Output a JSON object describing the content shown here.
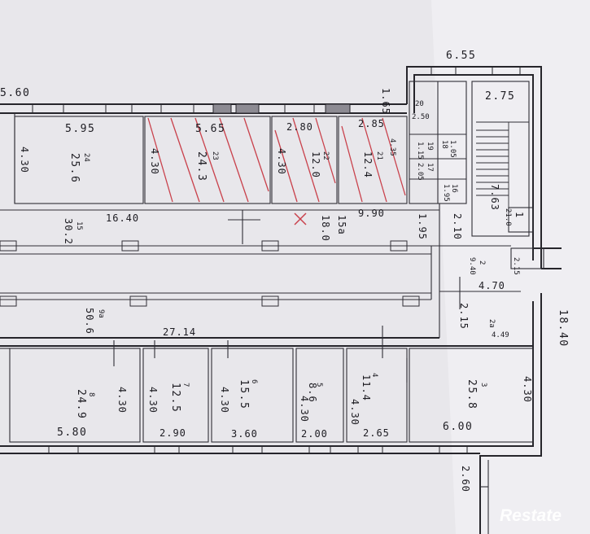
{
  "plan": {
    "top_left_length": "5.60",
    "top_right_length": "6.55",
    "right_length": "18.40",
    "corridor_length_top": "16.40",
    "corridor_length_bottom": "27.14",
    "corridor_right_length": "9.90",
    "watermark": "Restate",
    "rooms_top": [
      {
        "number": "24",
        "area": "25.6",
        "width": "5.95",
        "depth": "4.30"
      },
      {
        "number": "23",
        "area": "24.3",
        "width": "5.65",
        "depth": "4.30"
      },
      {
        "number": "22",
        "area": "12.0",
        "width": "2.80",
        "depth": "4.30"
      },
      {
        "number": "21",
        "area": "12.4",
        "width": "2.85",
        "depth": "4.35"
      }
    ],
    "rooms_bottom": [
      {
        "number": "8",
        "area": "24.9",
        "width": "5.80",
        "depth": "4.30"
      },
      {
        "number": "7",
        "area": "12.5",
        "width": "2.90",
        "depth": "4.30"
      },
      {
        "number": "6",
        "area": "15.5",
        "width": "3.60",
        "depth": "4.30"
      },
      {
        "number": "5",
        "area": "8.6",
        "width": "2.00",
        "depth": "4.30"
      },
      {
        "number": "4",
        "area": "11.4",
        "width": "2.65",
        "depth": "4.30"
      },
      {
        "number": "3",
        "area": "25.8",
        "width": "6.00",
        "depth": "4.30"
      }
    ],
    "corridor_15": {
      "number": "15",
      "area": "30.2"
    },
    "corridor_15a": {
      "number": "15a",
      "area": "18.0"
    },
    "corridor_9a": {
      "number": "9a",
      "area": "50.6"
    },
    "stair": {
      "number": "1",
      "area": "21.0",
      "width": "2.75",
      "depth": "7.63"
    },
    "small_rooms": {
      "r20": {
        "number": "20",
        "area": "2.50"
      },
      "r19": {
        "number": "19",
        "area": "1.15"
      },
      "r18": {
        "number": "18",
        "area": "1.05"
      },
      "r17": {
        "number": "17",
        "area": "2.05"
      },
      "r16": {
        "number": "16",
        "area": "1.95"
      },
      "r2": {
        "number": "2",
        "area": "9.40"
      },
      "r2a": {
        "number": "2a",
        "area": "4.49"
      }
    },
    "misc": {
      "d165": "1.65",
      "d210": "2.10",
      "d470": "4.70",
      "d215": "2.15",
      "d215b": "2.15",
      "d260": "2.60",
      "d195": "1.95"
    }
  }
}
